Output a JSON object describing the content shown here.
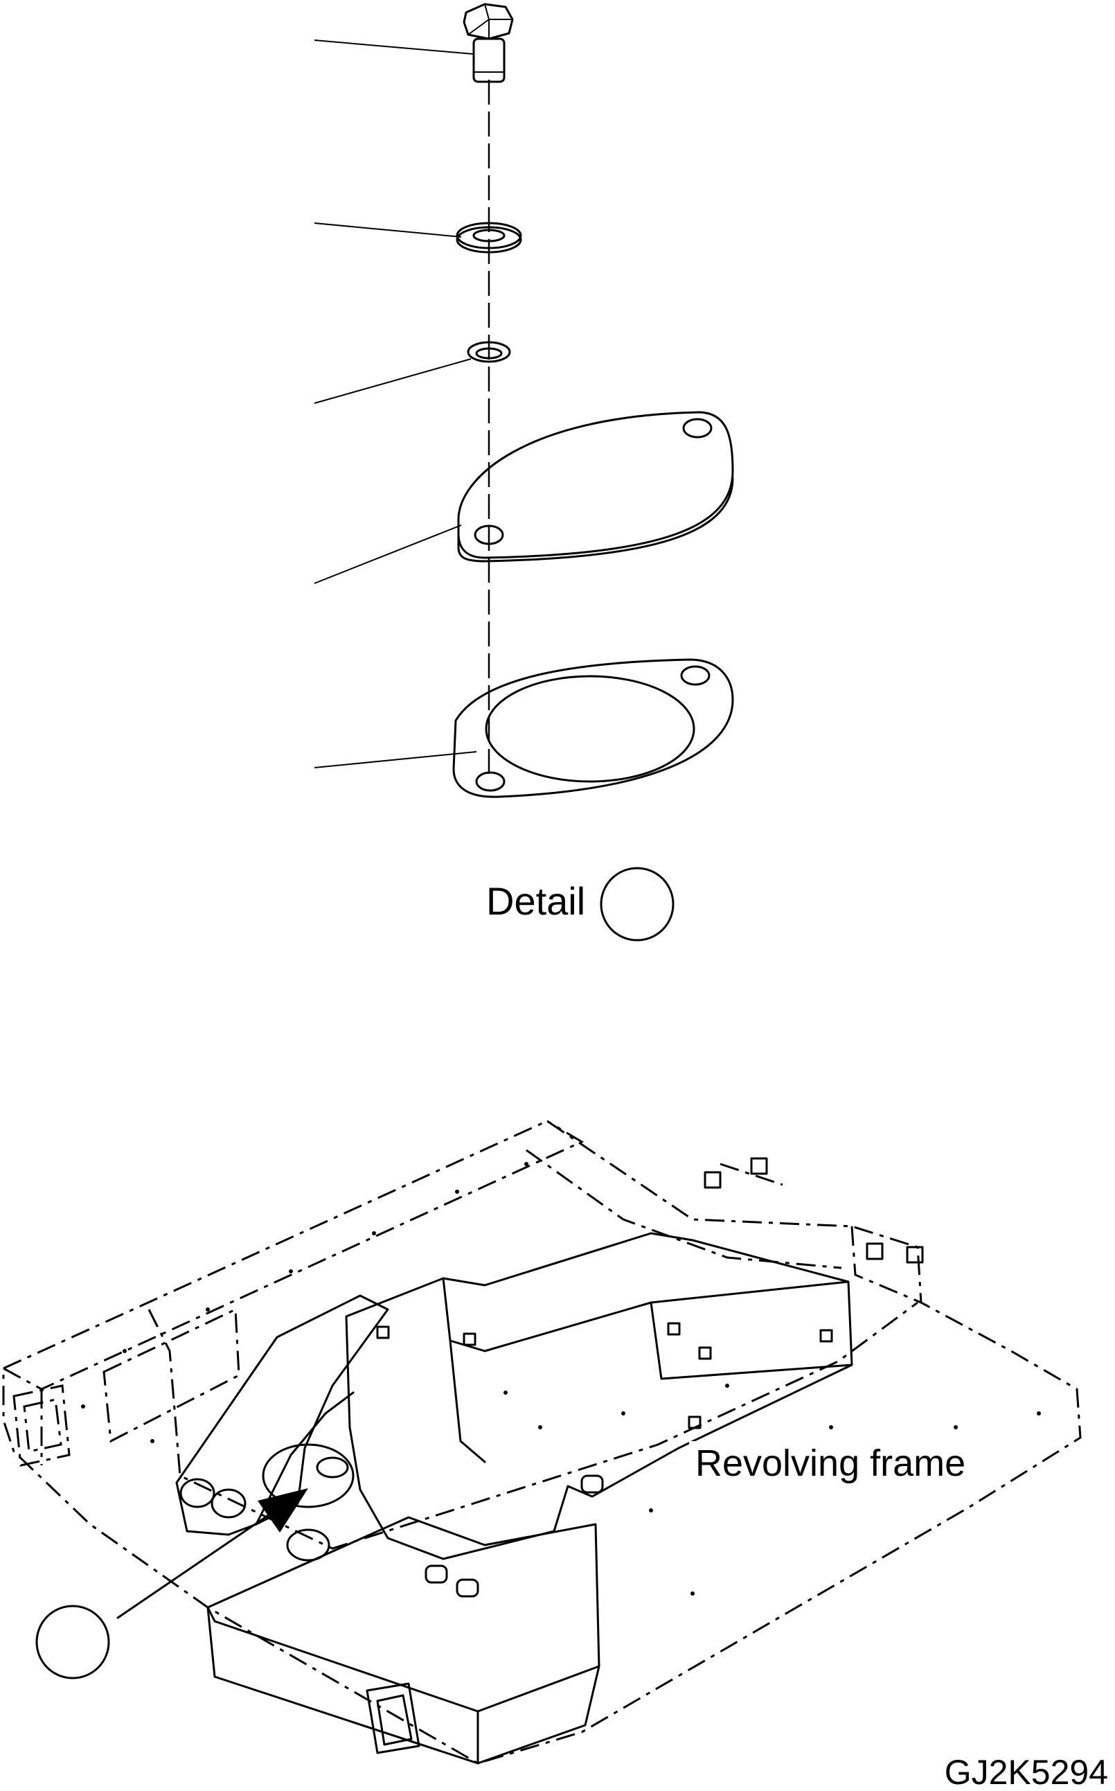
{
  "labels": {
    "detail": "Detail",
    "revolving_frame": "Revolving frame",
    "drawing_number": "GJ2K5294"
  }
}
